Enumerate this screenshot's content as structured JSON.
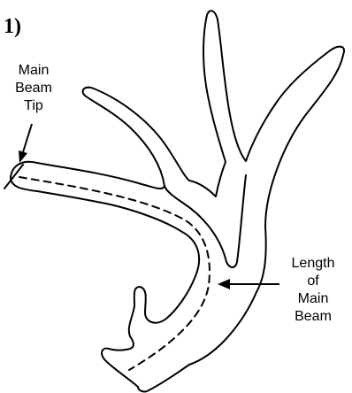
{
  "figure": {
    "number_label": "1)"
  },
  "callouts": {
    "main_beam_tip": [
      "Main",
      "Beam",
      "Tip"
    ],
    "length_of_main_beam": [
      "Length",
      "of",
      "Main",
      "Beam"
    ]
  },
  "colors": {
    "ink": "#000000",
    "background": "#ffffff"
  }
}
